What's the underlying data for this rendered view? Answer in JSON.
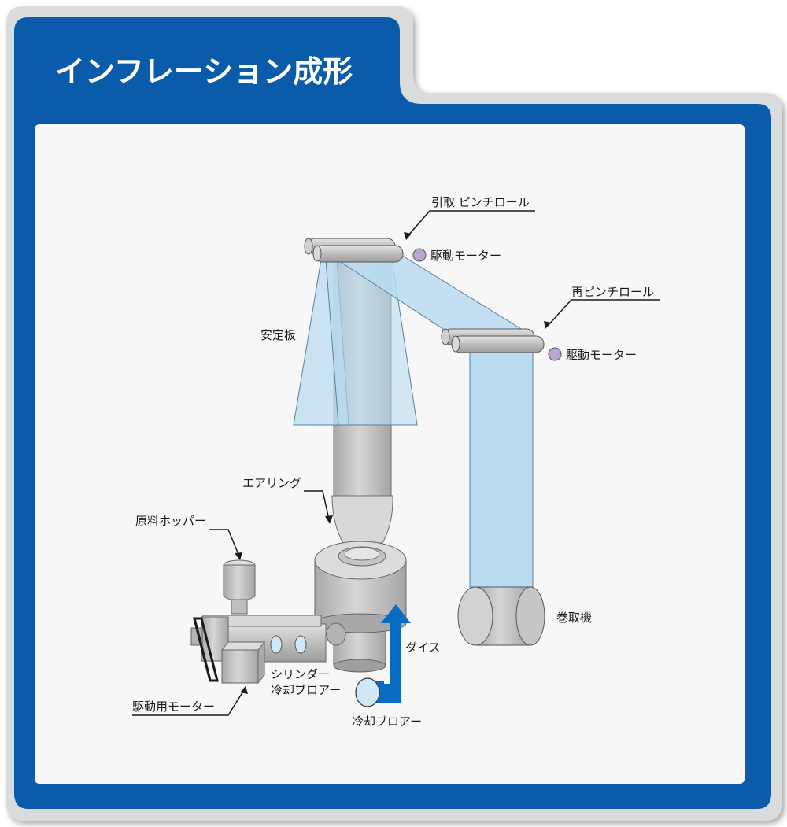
{
  "title": "インフレーション成形",
  "labels": {
    "take_up_pinch_roll": "引取 ピンチロール",
    "drive_motor_top": "駆動モーター",
    "re_pinch_roll": "再ピンチロール",
    "drive_motor_right": "駆動モーター",
    "stabilizer_plate": "安定板",
    "air_ring": "エアリング",
    "hopper": "原料ホッパー",
    "winder": "巻取機",
    "die": "ダイス",
    "cylinder_blower_line1": "シリンダー",
    "cylinder_blower_line2": "冷却ブロアー",
    "cooling_blower": "冷却ブロアー",
    "drive_motor_bottom": "駆動用モーター"
  },
  "colors": {
    "frame_blue": "#0a5cab",
    "frame_silver": "#d9dadc",
    "panel_bg": "#f7f7f7",
    "film": "#b9dcf0",
    "machine_gray": "#c8c8c8",
    "motor_dot": "#b7a6d4",
    "air_arrow": "#0a6bc2"
  }
}
